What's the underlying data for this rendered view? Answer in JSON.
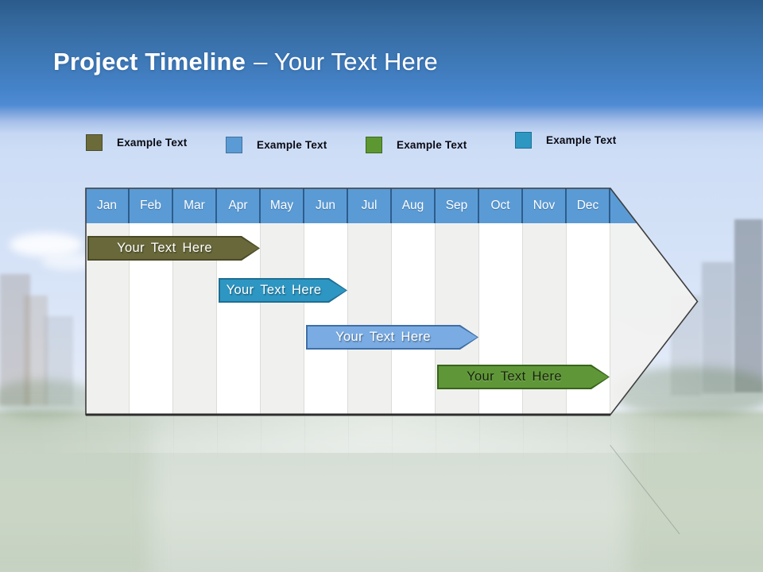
{
  "slide": {
    "title": {
      "bold": "Project Timeline",
      "light": "– Your Text Here"
    }
  },
  "legend": {
    "items": [
      {
        "label": "Example Text",
        "swatch_color": "#6b6b3a",
        "swatch_border": "#4a4a27"
      },
      {
        "label": "Example Text",
        "swatch_color": "#5b9bd5",
        "swatch_border": "#41719c"
      },
      {
        "label": "Example Text",
        "swatch_color": "#5d9732",
        "swatch_border": "#3d6a1d"
      },
      {
        "label": "Example Text",
        "swatch_color": "#2d97c2",
        "swatch_border": "#1f6f93"
      }
    ]
  },
  "timeline": {
    "months": [
      "Jan",
      "Feb",
      "Mar",
      "Apr",
      "May",
      "Jun",
      "Jul",
      "Aug",
      "Sep",
      "Oct",
      "Nov",
      "Dec"
    ],
    "header_fill": "#5b9bd5",
    "header_text_color": "#ffffff",
    "bars": [
      {
        "label": "Your Text Here",
        "start_month": "Jan",
        "end_month": "Apr",
        "row": 1,
        "fill": "#68683a",
        "border": "#4a4a27",
        "text_color": "#ffffff"
      },
      {
        "label": "Your Text Here",
        "start_month": "Apr",
        "end_month": "Jun",
        "row": 2,
        "fill": "#2e96c2",
        "border": "#1e6e92",
        "text_color": "#ffffff"
      },
      {
        "label": "Your Text Here",
        "start_month": "Jun",
        "end_month": "Sep",
        "row": 3,
        "fill": "#7aace3",
        "border": "#3f6fa6",
        "text_color": "#ffffff"
      },
      {
        "label": "Your Text Here",
        "start_month": "Sep",
        "end_month": "Dec",
        "row": 4,
        "fill": "#5f9738",
        "border": "#38641c",
        "text_color": "#17230b"
      }
    ]
  }
}
